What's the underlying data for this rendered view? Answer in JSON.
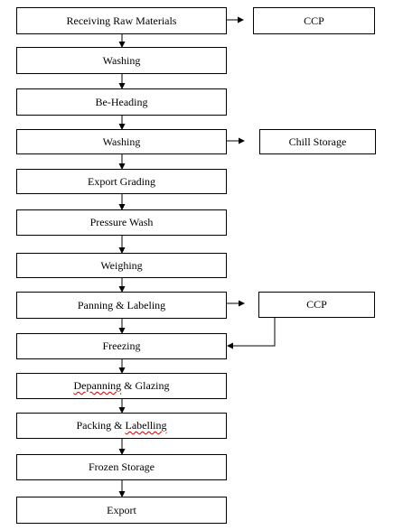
{
  "steps": {
    "receiving": "Receiving Raw Materials",
    "washing_1": "Washing",
    "be_heading": "Be-Heading",
    "washing_2": "Washing",
    "export_grading": "Export Grading",
    "pressure_wash": "Pressure Wash",
    "weighing": "Weighing",
    "panning_labeling": "Panning & Labeling",
    "freezing": "Freezing",
    "depanning_glazing_a": "Depanning",
    "depanning_glazing_b": " & Glazing",
    "packing_labelling_a": "Packing & ",
    "packing_labelling_b": "Labelling",
    "frozen_storage": "Frozen Storage",
    "export": "Export"
  },
  "side_boxes": {
    "ccp_top": "CCP",
    "chill_storage": "Chill Storage",
    "ccp_bottom": "CCP"
  },
  "colors": {
    "line": "#000000",
    "spellcheck_underline": "#cc0000"
  }
}
